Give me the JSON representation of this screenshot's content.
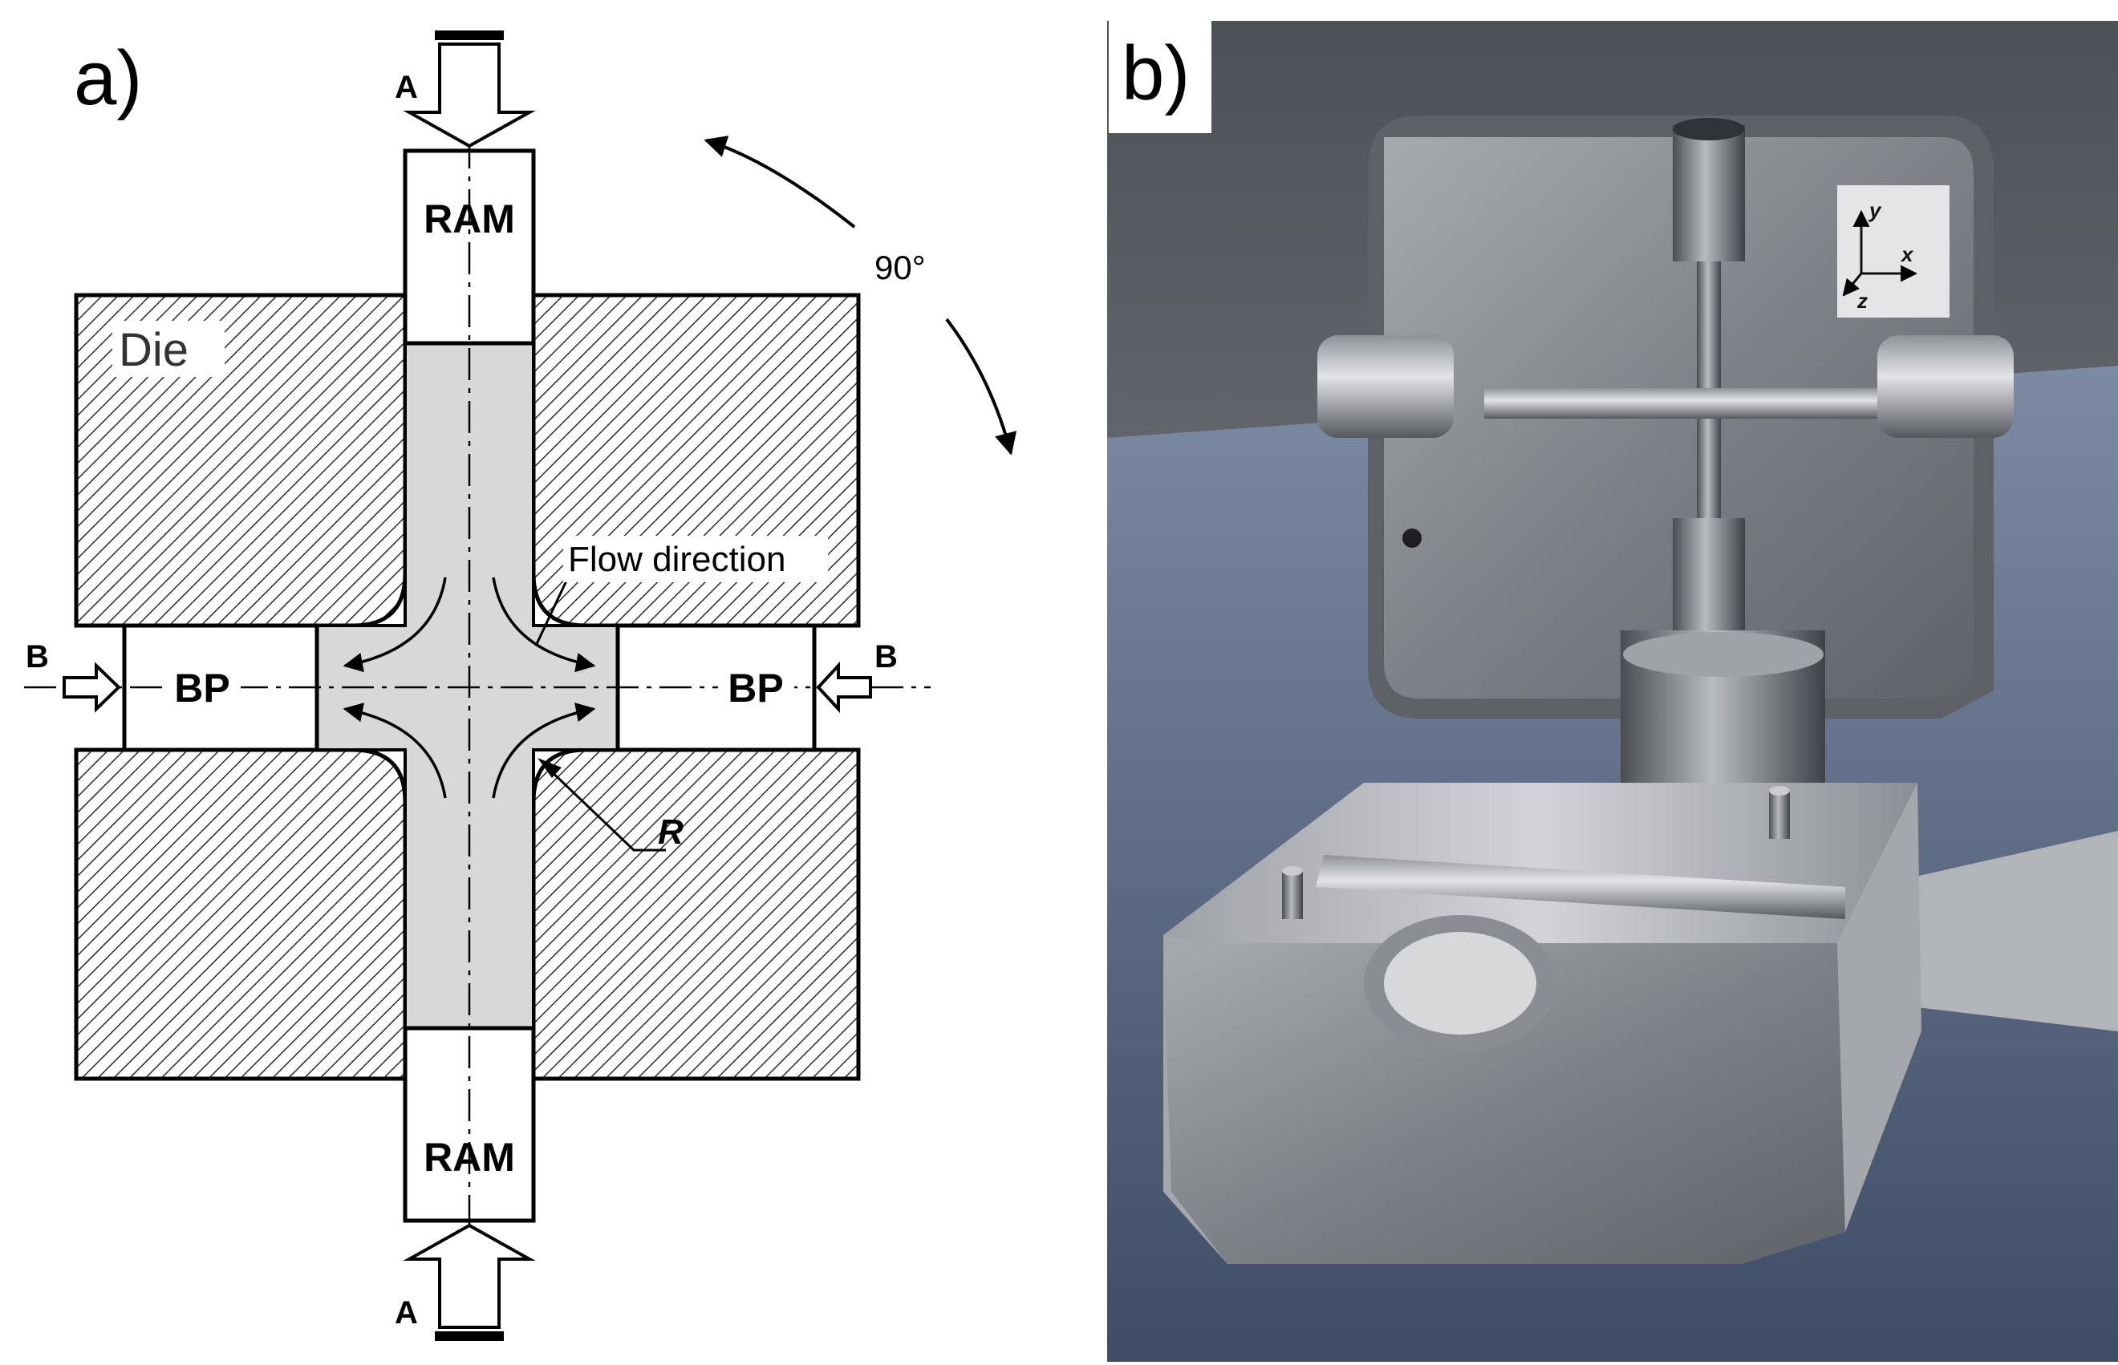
{
  "panels": {
    "a": {
      "label": "a)",
      "die_label": "Die",
      "ram_top_label": "RAM",
      "ram_bottom_label": "RAM",
      "bp_left_label": "BP",
      "bp_right_label": "BP",
      "arrow_a_top_label": "A",
      "arrow_a_bottom_label": "A",
      "arrow_b_left_label": "B",
      "arrow_b_right_label": "B",
      "rotation_label": "90°",
      "flow_label": "Flow direction",
      "radius_label": "R"
    },
    "b": {
      "label": "b)",
      "axis_y": "y",
      "axis_x": "x",
      "axis_z": "z"
    }
  },
  "colors": {
    "die_fill": "#ffffff",
    "hatch": "#2a2a2a",
    "channel_fill": "#d8d8d8",
    "steel_light": "#b9bcc0",
    "steel_mid": "#8f9398",
    "steel_dark": "#5c6065",
    "floor": "#5b6b86"
  }
}
